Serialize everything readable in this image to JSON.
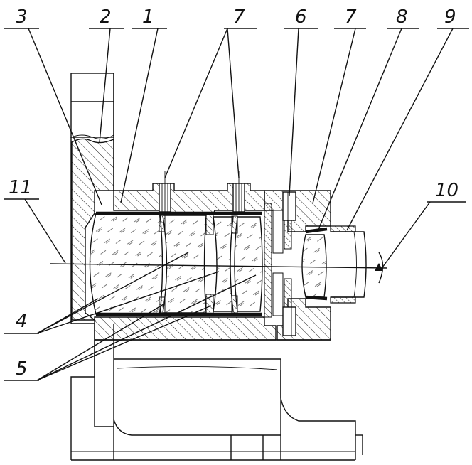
{
  "figure": {
    "labels": {
      "l1": "1",
      "l2": "2",
      "l3": "3",
      "l4": "4",
      "l5": "5",
      "l6": "6",
      "l7a": "7",
      "l7b": "7",
      "l8": "8",
      "l9": "9",
      "l10": "10",
      "l11": "11"
    }
  }
}
